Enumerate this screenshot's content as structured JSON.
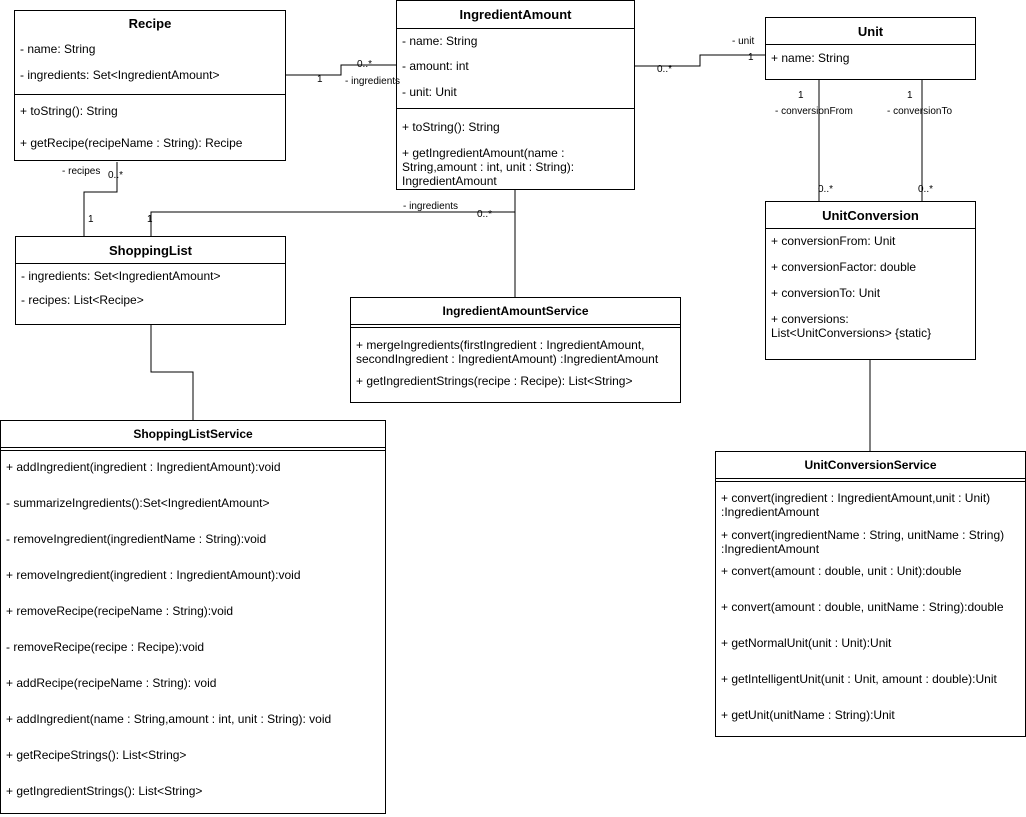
{
  "classes": {
    "recipe": {
      "name": "Recipe",
      "attributes": [
        "- name: String",
        "- ingredients: Set<IngredientAmount>"
      ],
      "methods": [
        "+ toString(): String",
        "+ getRecipe(recipeName : String): Recipe"
      ]
    },
    "ingredient_amount": {
      "name": "IngredientAmount",
      "attributes": [
        "- name: String",
        "- amount: int",
        "- unit: Unit"
      ],
      "methods": [
        "+ toString(): String",
        "+ getIngredientAmount(name : String,amount : int, unit : String): IngredientAmount"
      ]
    },
    "unit": {
      "name": "Unit",
      "attributes": [
        "+ name: String"
      ]
    },
    "shopping_list": {
      "name": "ShoppingList",
      "attributes": [
        "- ingredients: Set<IngredientAmount>",
        "- recipes: List<Recipe>"
      ]
    },
    "ingredient_amount_service": {
      "name": "IngredientAmountService",
      "methods": [
        "+ mergeIngredients(firstIngredient : IngredientAmount, secondIngredient : IngredientAmount) :IngredientAmount",
        "+ getIngredientStrings(recipe : Recipe): List<String>"
      ]
    },
    "unit_conversion": {
      "name": "UnitConversion",
      "attributes": [
        "+ conversionFrom: Unit",
        "+ conversionFactor: double",
        "+ conversionTo: Unit",
        "+ conversions: List<UnitConversions> {static}"
      ]
    },
    "shopping_list_service": {
      "name": "ShoppingListService",
      "methods": [
        "+ addIngredient(ingredient : IngredientAmount):void",
        "- summarizeIngredients():Set<IngredientAmount>",
        "- removeIngredient(ingredientName : String):void",
        "+ removeIngredient(ingredient : IngredientAmount):void",
        "+ removeRecipe(recipeName : String):void",
        "- removeRecipe(recipe : Recipe):void",
        "+ addRecipe(recipeName : String): void",
        "+ addIngredient(name : String,amount : int, unit : String): void",
        "+ getRecipeStrings(): List<String>",
        "+ getIngredientStrings(): List<String>"
      ]
    },
    "unit_conversion_service": {
      "name": "UnitConversionService",
      "methods": [
        "+ convert(ingredient : IngredientAmount,unit : Unit) :IngredientAmount",
        "+ convert(ingredientName : String, unitName : String) :IngredientAmount",
        "+ convert(amount : double, unit : Unit):double",
        "+ convert(amount : double, unitName : String):double",
        "+ getNormalUnit(unit : Unit):Unit",
        "+ getIntelligentUnit(unit : Unit, amount : double):Unit",
        "+ getUnit(unitName : String):Unit"
      ]
    }
  },
  "labels": {
    "recipe_ingredients_mult_one": "1",
    "recipe_ingredients_mult_many": "0..*",
    "recipe_ingredients_role": "- ingredients",
    "ia_unit_mult_many": "0..*",
    "ia_unit_mult_one": "1",
    "ia_unit_role": "- unit",
    "recipes_role": "- recipes",
    "recipes_mult_many": "0..*",
    "recipes_mult_one": "1",
    "sl_ingredients_mult_one": "1",
    "sl_ingredients_role": "- ingredients",
    "sl_ingredients_mult_many": "0..*",
    "conv_from_mult_one": "1",
    "conv_from_role": "- conversionFrom",
    "conv_from_mult_many": "0..*",
    "conv_to_mult_one": "1",
    "conv_to_role": "- conversionTo",
    "conv_to_mult_many": "0..*"
  }
}
